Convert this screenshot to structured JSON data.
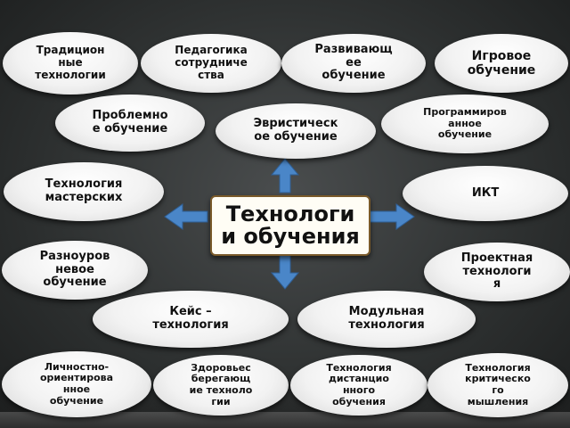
{
  "center": {
    "label": "Технологи\nи обучения"
  },
  "nodes": {
    "traditional": "Традицион\nные\nтехнологии",
    "cooperation": "Педагогика\nсотрудниче\nства",
    "developing": "Развивающ\nее\nобучение",
    "game": "Игровое\nобучение",
    "problem": "Проблемно\nе обучение",
    "heuristic": "Эвристическ\nое обучение",
    "programmed": "Программиров\nанное\nобучение",
    "workshops": "Технология\nмастерских",
    "ict": "ИКТ",
    "multilevel": "Разноуров\nневое\nобучение",
    "project": "Проектная\nтехнологи\nя",
    "case": "Кейс –\nтехнология",
    "modular": "Модульная\nтехнология",
    "personal": "Личностно-\nориентирова\nнное\nобучение",
    "health": "Здоровьес\nберегающ\nие техноло\nгии",
    "distance": "Технология\nдистанцио\nнного\nобучения",
    "critical": "Технология\nкритическо\nго\nмышления"
  },
  "colors": {
    "arrow": "#4a86c8",
    "arrow_edge": "#2f5f95",
    "center_border": "#7a5a2a"
  }
}
